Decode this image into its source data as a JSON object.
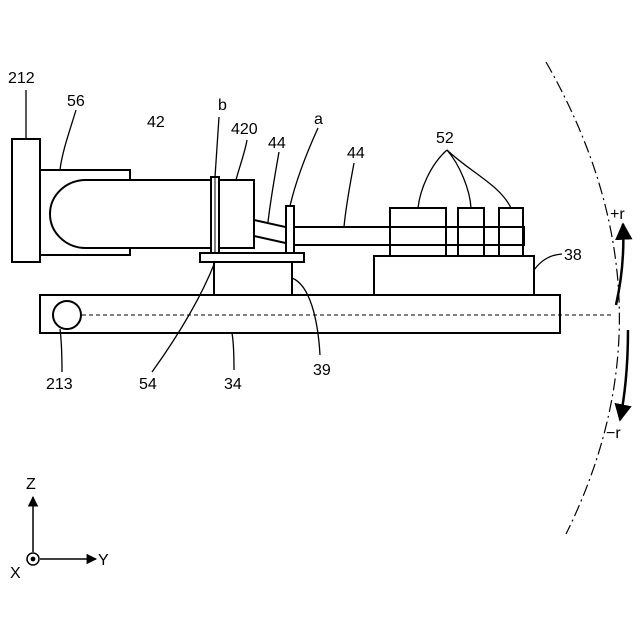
{
  "labels": {
    "ref_212": "212",
    "ref_56": "56",
    "ref_42": "42",
    "ref_b": "b",
    "ref_420": "420",
    "ref_44_left": "44",
    "ref_a": "a",
    "ref_44_right": "44",
    "ref_52": "52",
    "ref_38": "38",
    "ref_213": "213",
    "ref_54": "54",
    "ref_34": "34",
    "ref_39": "39",
    "ref_plus_r": "+r",
    "ref_minus_r": "−r"
  },
  "axes": {
    "z_label": "Z",
    "y_label": "Y",
    "x_label": "X"
  }
}
